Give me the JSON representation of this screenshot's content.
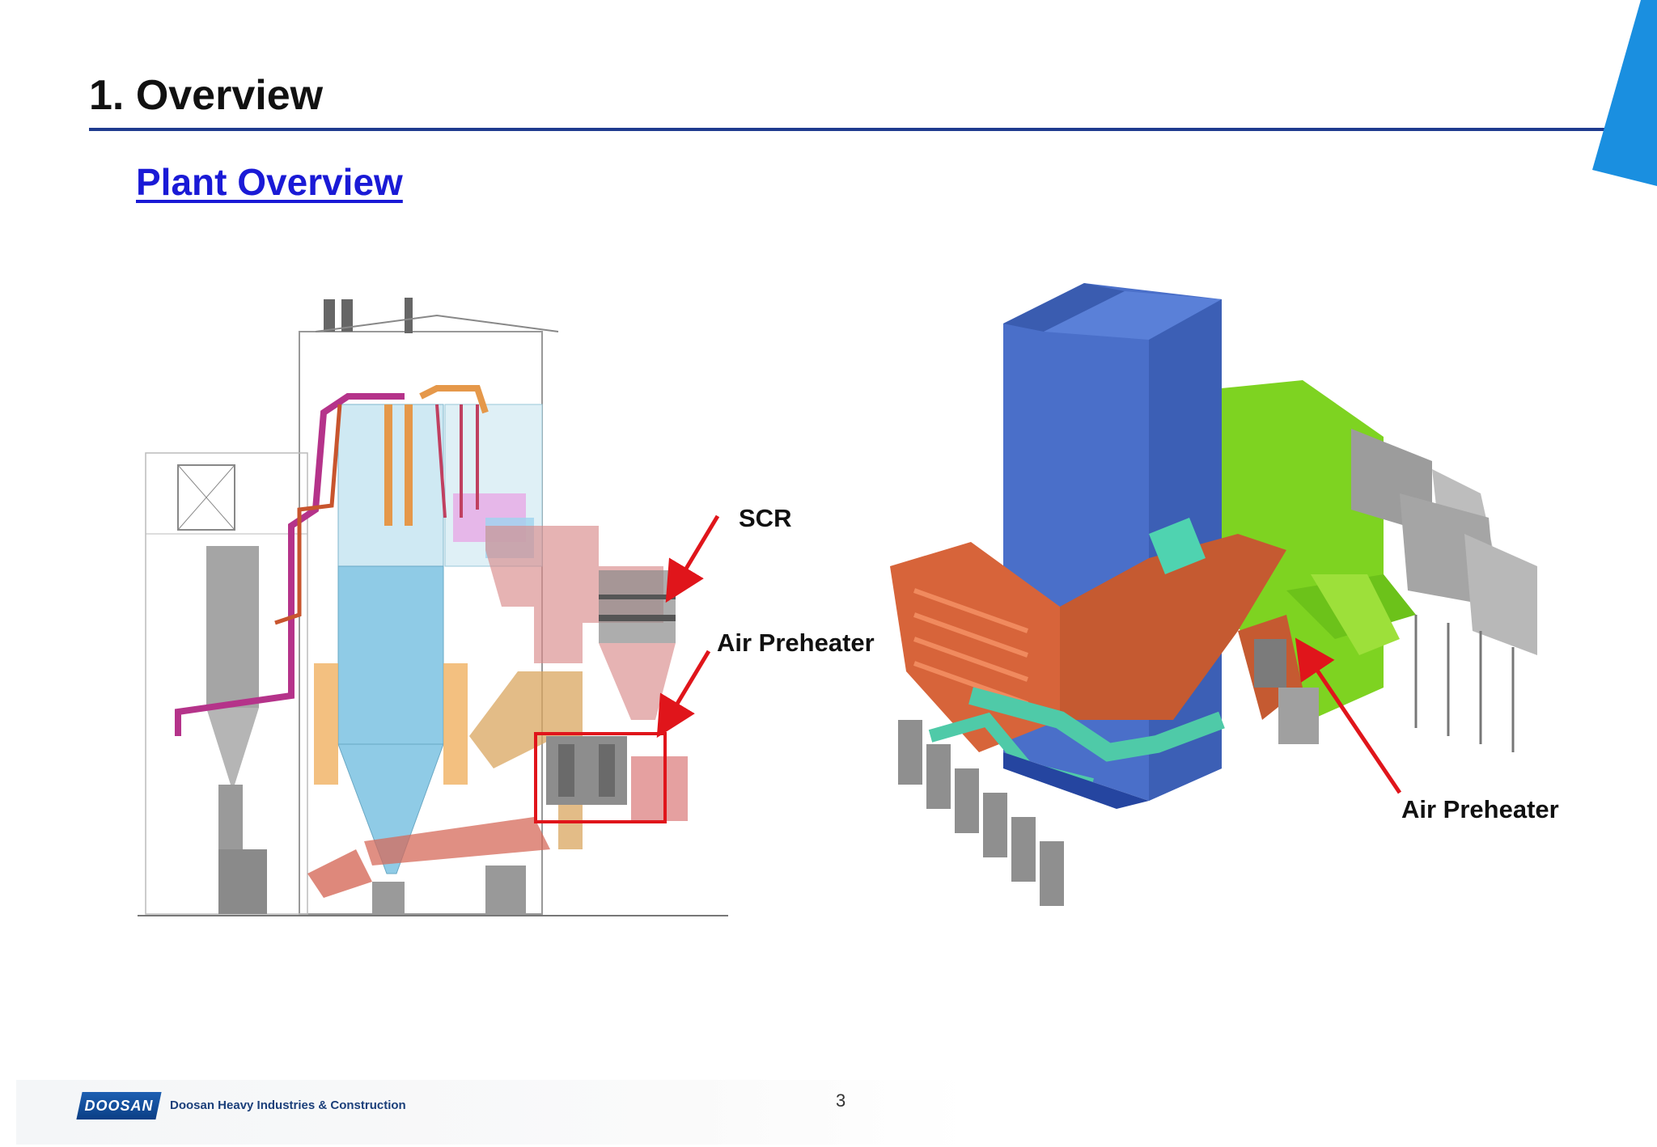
{
  "header": {
    "title": "1. Overview",
    "rule_color": "#1f3b8f",
    "accent_color": "#1a8fe0"
  },
  "subtitle": "Plant Overview",
  "labels": {
    "scr": "SCR",
    "air_preheater_left": "Air Preheater",
    "air_preheater_right": "Air Preheater"
  },
  "footer": {
    "logo_text": "DOOSAN",
    "company": "Doosan Heavy Industries & Construction",
    "page_number": "3"
  }
}
